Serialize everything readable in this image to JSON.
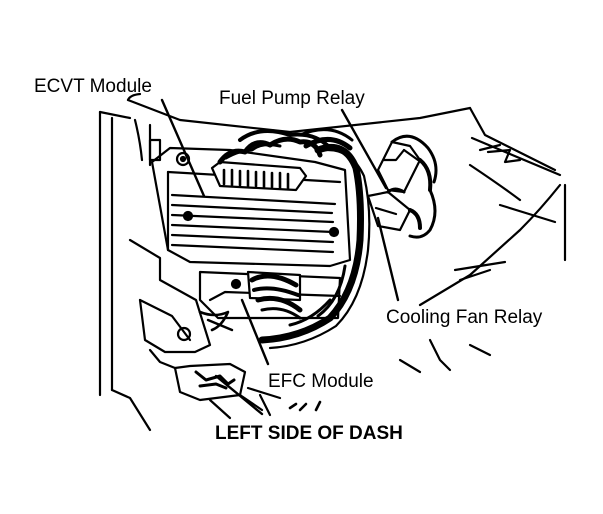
{
  "labels": {
    "ecvt_module": "ECVT Module",
    "fuel_pump_relay": "Fuel Pump Relay",
    "cooling_fan_relay": "Cooling Fan Relay",
    "efc_module": "EFC Module"
  },
  "caption": "LEFT SIDE OF DASH"
}
